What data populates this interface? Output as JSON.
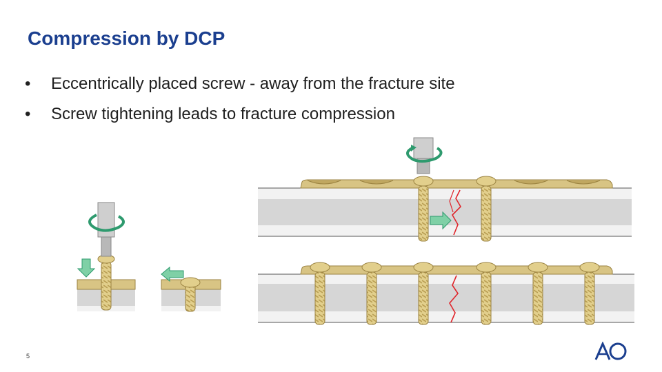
{
  "slide": {
    "title": "Compression by DCP",
    "bullets": [
      "Eccentrically placed screw - away from the fracture site",
      "Screw tightening leads to fracture compression"
    ],
    "page_number": "5",
    "logo": "AO"
  },
  "colors": {
    "title": "#1b3f8f",
    "plate": "#d8c484",
    "screw": "#e2cf8c",
    "screw_shadow": "#b89d52",
    "bone": "#d6d6d6",
    "bone_edge": "#f2f2f2",
    "rotation_arrow": "#2e9a6e",
    "direction_arrow": "#7fd0a6",
    "fracture": "#e0242a",
    "logo": "#1b3f8f"
  },
  "icons": {
    "rotation": "curved-rotation-arrow-icon",
    "direction": "block-arrow-icon",
    "driver": "screwdriver-icon"
  }
}
